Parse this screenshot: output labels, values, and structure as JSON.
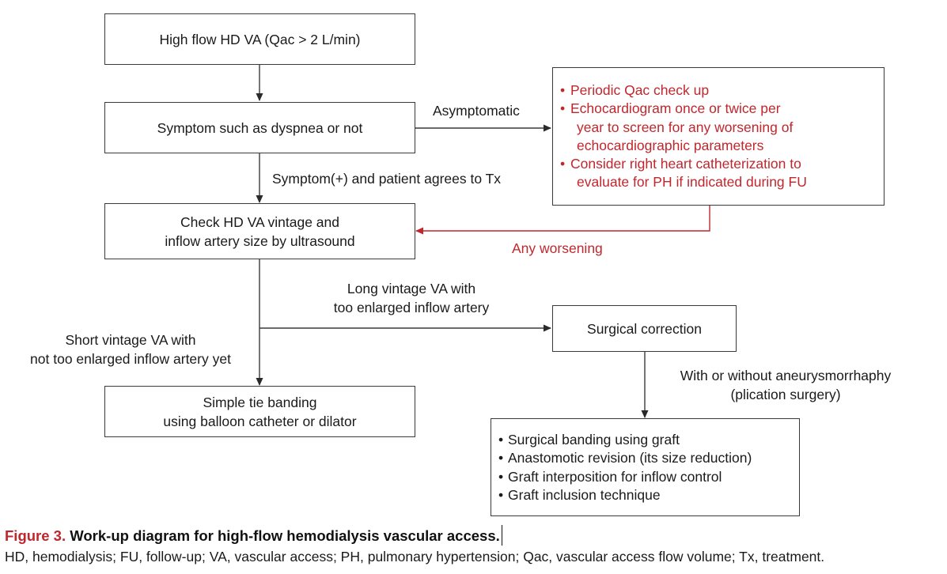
{
  "diagram": {
    "nodes": {
      "high_flow": {
        "lines": [
          "High flow HD VA (Qac > 2 L/min)"
        ]
      },
      "symptom": {
        "lines": [
          "Symptom such as dyspnea or not"
        ]
      },
      "check": {
        "lines": [
          "Check HD VA vintage and",
          "inflow artery size by ultrasound"
        ]
      },
      "monitoring": {
        "items": [
          {
            "bullet": "•",
            "lines": [
              "Periodic Qac check up"
            ]
          },
          {
            "bullet": "•",
            "lines": [
              "Echocardiogram once or twice per",
              "year to screen for any worsening of",
              "echocardiographic parameters"
            ]
          },
          {
            "bullet": "•",
            "lines": [
              "Consider right heart catheterization to",
              "evaluate for PH if indicated during FU"
            ]
          }
        ]
      },
      "surgical_correction": {
        "lines": [
          "Surgical correction"
        ]
      },
      "simple_tie": {
        "lines": [
          "Simple tie banding",
          "using balloon catheter or dilator"
        ]
      },
      "surgical_options": {
        "items": [
          {
            "bullet": "•",
            "lines": [
              "Surgical banding using graft"
            ]
          },
          {
            "bullet": "•",
            "lines": [
              "Anastomotic revision (its size reduction)"
            ]
          },
          {
            "bullet": "•",
            "lines": [
              "Graft interposition for inflow control"
            ]
          },
          {
            "bullet": "•",
            "lines": [
              "Graft inclusion technique"
            ]
          }
        ]
      }
    },
    "edge_labels": {
      "asymptomatic": "Asymptomatic",
      "symptom_plus": "Symptom(+) and patient agrees to Tx",
      "any_worsening": "Any worsening",
      "long_vintage": [
        "Long vintage VA with",
        "too enlarged inflow artery"
      ],
      "short_vintage": [
        "Short vintage VA with",
        "not too enlarged inflow artery yet"
      ],
      "with_without": [
        "With or without aneurysmorrhaphy",
        "(plication surgery)"
      ]
    },
    "colors": {
      "line": "#3a3a3a",
      "accent_red": "#c0272d"
    }
  },
  "caption": {
    "figure_label": "Figure 3.",
    "title": " Work-up diagram for high-flow hemodialysis vascular access.",
    "abbreviations": "HD, hemodialysis; FU, follow-up; VA, vascular access; PH, pulmonary hypertension; Qac, vascular access flow volume; Tx, treatment."
  }
}
